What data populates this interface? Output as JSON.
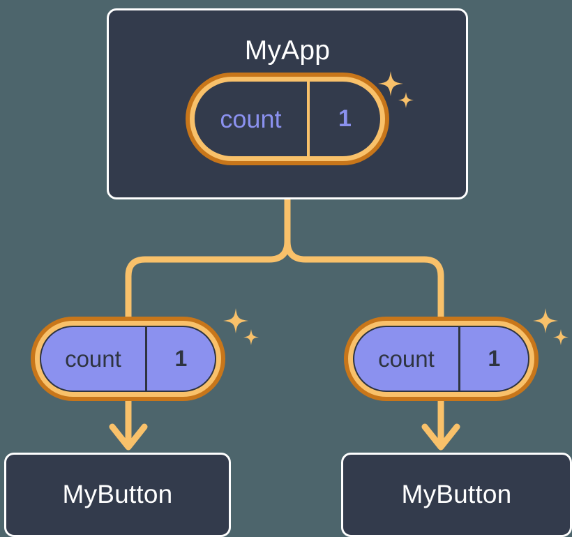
{
  "diagram": {
    "title_text": "MyApp",
    "background_color": "#4d656c",
    "card_color": "#333b4c",
    "card_border_color": "#ffffff",
    "wire_color": "#f9c16a",
    "pill_ring_outer_color": "#c8761a",
    "pill_ring_inner_color": "#f9c16a",
    "pill_fill_color": "#8b91ef",
    "accent_text_color": "#8b91ef",
    "dark_text_color": "#2e3440"
  },
  "root": {
    "label": "MyApp",
    "state": {
      "key": "count",
      "value": "1"
    }
  },
  "children": [
    {
      "state": {
        "key": "count",
        "value": "1"
      },
      "label": "MyButton"
    },
    {
      "state": {
        "key": "count",
        "value": "1"
      },
      "label": "MyButton"
    }
  ]
}
